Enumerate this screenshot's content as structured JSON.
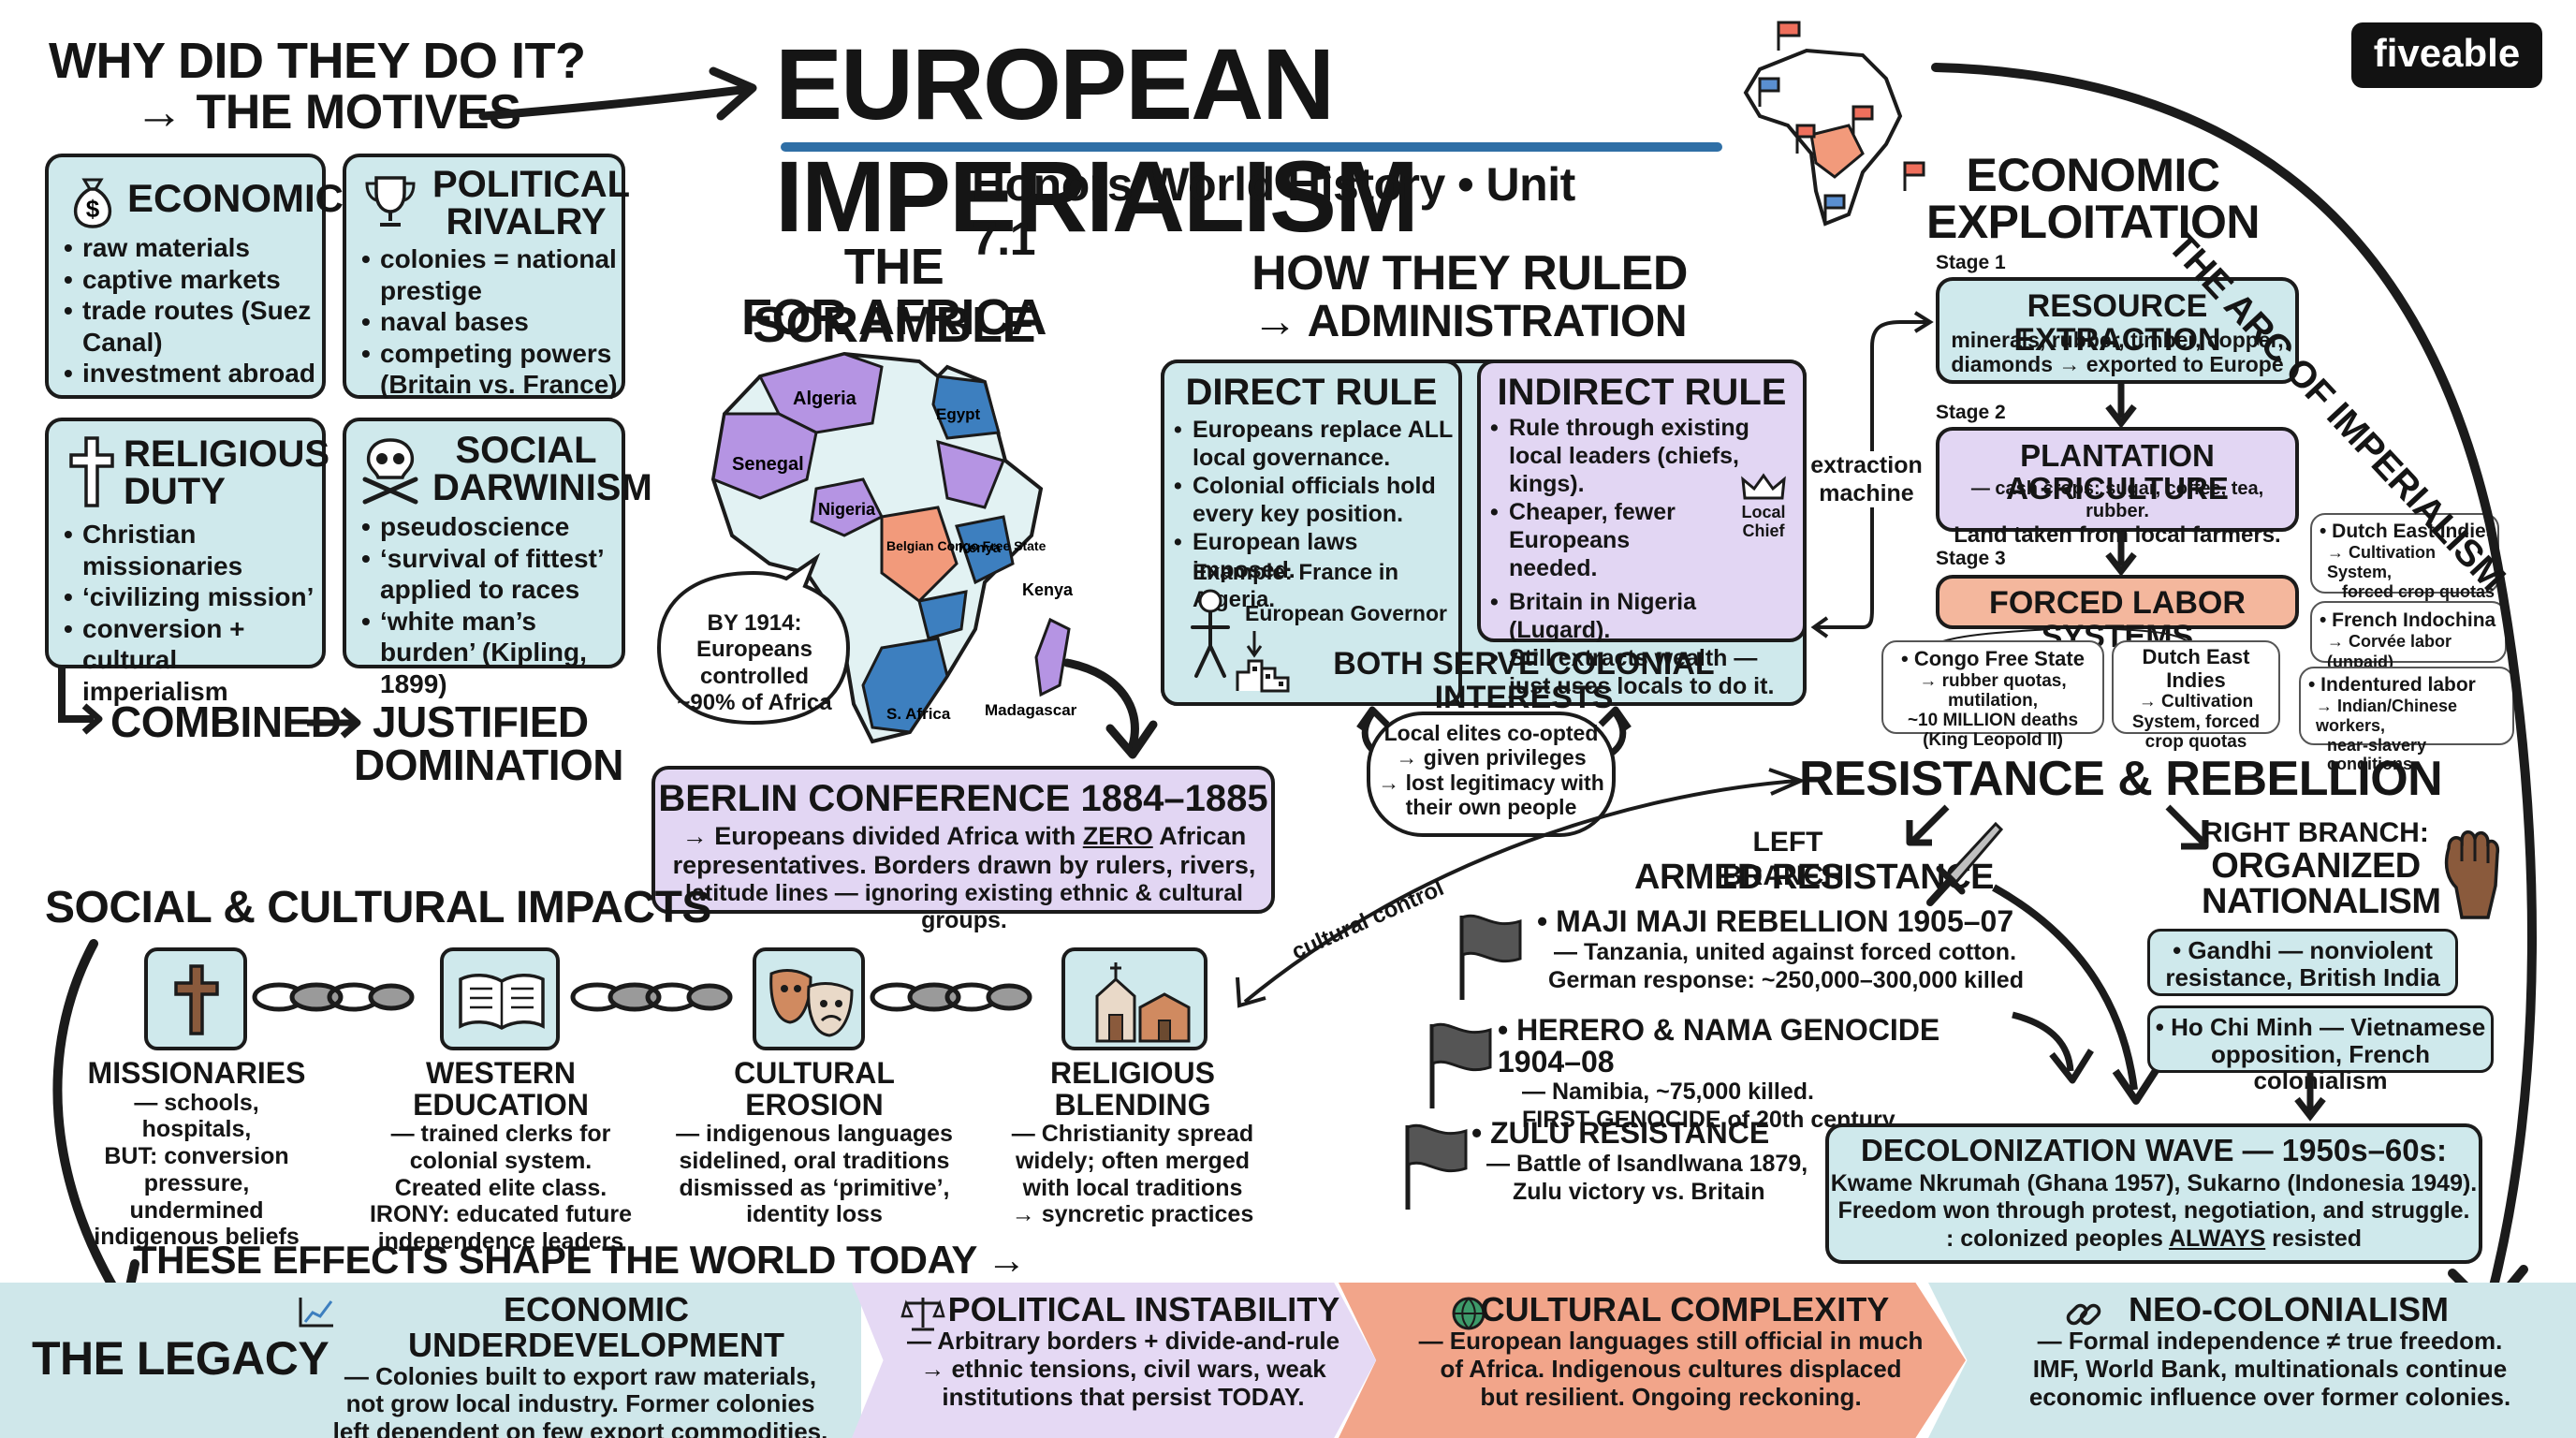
{
  "brand": "fiveable",
  "title": "EUROPEAN IMPERIALISM",
  "subtitle": "Honors World History • Unit 7.1",
  "arc_label": "THE ARC OF IMPERIALISM",
  "motives": {
    "heading_line1": "WHY DID THEY DO IT?",
    "heading_line2": "→ THE MOTIVES",
    "economic": {
      "title": "ECONOMIC",
      "items": [
        "raw materials",
        "captive markets",
        "trade routes (Suez Canal)",
        "investment abroad"
      ]
    },
    "political": {
      "title_line1": "POLITICAL",
      "title_line2": "RIVALRY",
      "items": [
        "colonies = national prestige",
        "naval bases",
        "competing powers (Britain vs. France)"
      ]
    },
    "religious": {
      "title_line1": "RELIGIOUS",
      "title_line2": "DUTY",
      "items": [
        "Christian missionaries",
        "‘civilizing mission’",
        "conversion + cultural imperialism"
      ]
    },
    "social": {
      "title_line1": "SOCIAL",
      "title_line2": "DARWINISM",
      "items": [
        "pseudoscience",
        "‘survival of fittest’ applied to races",
        "‘white man’s burden’ (Kipling, 1899)"
      ]
    },
    "combined": "COMBINED",
    "justified_line1": "JUSTIFIED",
    "justified_line2": "DOMINATION"
  },
  "scramble": {
    "title_line1": "THE SCRAMBLE",
    "title_line2": "FOR AFRICA",
    "map_labels": {
      "algeria": "Algeria",
      "egypt": "Egypt",
      "senegal": "Senegal",
      "nigeria": "Nigeria",
      "belgian_congo": "Belgian Congo Free State",
      "kenya": "Kenya",
      "s_africa": "S. Africa",
      "madagascar": "Madagascar",
      "kenya_right": "Kenya"
    },
    "bubble": [
      "BY 1914:",
      "Europeans",
      "controlled",
      "~90% of Africa"
    ],
    "berlin": {
      "title": "BERLIN CONFERENCE 1884–1885",
      "line1_pre": "→ Europeans divided Africa with ",
      "line1_emph": "ZERO",
      "line1_post": " African",
      "line2": "representatives. Borders drawn by rulers, rivers,",
      "line3": "latitude lines — ignoring existing ethnic & cultural groups."
    }
  },
  "rule": {
    "heading_line1": "HOW THEY RULED",
    "heading_line2": "→ ADMINISTRATION",
    "direct": {
      "title": "DIRECT RULE",
      "items": [
        "Europeans replace ALL local governance.",
        "Colonial officials hold every key position.",
        "European laws imposed."
      ],
      "example": "Example: France in Algeria.",
      "figure_label": "European Governor"
    },
    "indirect": {
      "title": "INDIRECT RULE",
      "items": [
        "Rule through existing local leaders (chiefs, kings).",
        "Cheaper, fewer Europeans needed.",
        "Britain in Nigeria (Lugard).",
        "Still extracts wealth — just uses locals to do it."
      ],
      "crown_label": "Local Chief"
    },
    "both_serve": "BOTH SERVE COLONIAL INTERESTS",
    "elites": [
      "Local elites co-opted",
      "→ given privileges",
      "→ lost legitimacy with",
      "their own people"
    ]
  },
  "exploitation": {
    "heading_line1": "ECONOMIC",
    "heading_line2": "EXPLOITATION",
    "machine_line1": "extraction",
    "machine_line2": "machine",
    "stage1_label": "Stage 1",
    "stage1_title": "RESOURCE EXTRACTION",
    "stage1_body": [
      "minerals, rubber, timber, copper,",
      "diamonds → exported to Europe"
    ],
    "stage2_label": "Stage 2",
    "stage2_title": "PLANTATION AGRICULTURE",
    "stage2_body": [
      "— cash crops: sugar, coffee, tea, rubber.",
      "Land taken from local farmers."
    ],
    "stage3_label": "Stage 3",
    "stage3_title": "FORCED LABOR SYSTEMS",
    "examples": {
      "congo": [
        "• Congo Free State",
        "→ rubber quotas, mutilation,",
        "~10 MILLION deaths",
        "(King Leopold II)"
      ],
      "dutch1": [
        "Dutch East Indies",
        "→ Cultivation",
        "System, forced",
        "crop quotas"
      ],
      "dutch2": [
        "• Dutch East Indies",
        "→ Cultivation System,",
        "forced crop quotas"
      ],
      "french": [
        "• French Indochina",
        "→ Corvée labor (unpaid)"
      ],
      "indentured": [
        "• Indentured labor",
        "→ Indian/Chinese workers,",
        "near-slavery conditions"
      ]
    }
  },
  "resistance": {
    "heading": "RESISTANCE & REBELLION",
    "left_branch_line1": "LEFT BRANCH:",
    "left_branch_line2": "ARMED RESISTANCE",
    "right_branch_line1": "RIGHT BRANCH:",
    "right_branch_line2": "ORGANIZED",
    "right_branch_line3": "NATIONALISM",
    "maji": {
      "title": "• MAJI MAJI REBELLION 1905–07",
      "line1": "— Tanzania, united against forced cotton.",
      "line2": "German response: ~250,000–300,000 killed"
    },
    "herero": {
      "title": "• HERERO & NAMA GENOCIDE 1904–08",
      "line1": "— Namibia, ~75,000 killed.",
      "line2": "FIRST GENOCIDE of 20th century."
    },
    "zulu": {
      "title": "• ZULU RESISTANCE",
      "line1": "— Battle of Isandlwana 1879,",
      "line2": "Zulu victory vs. Britain"
    },
    "gandhi": [
      "• Gandhi — nonviolent",
      "resistance, British India"
    ],
    "ho": [
      "• Ho Chi Minh — Vietnamese",
      "opposition, French colonialism"
    ],
    "decol": {
      "title": "DECOLONIZATION WAVE — 1950s–60s:",
      "line1": "Kwame Nkrumah (Ghana 1957), Sukarno (Indonesia 1949).",
      "line2": "Freedom won through protest, negotiation, and struggle.",
      "line3_pre": ": colonized peoples ",
      "line3_emph": "ALWAYS",
      "line3_post": " resisted"
    },
    "cultural_control": "cultural control"
  },
  "impacts": {
    "heading": "SOCIAL & CULTURAL IMPACTS",
    "missionaries": {
      "title": "MISSIONARIES",
      "lines": [
        "— schools, hospitals,",
        "BUT: conversion",
        "pressure, undermined",
        "indigenous beliefs"
      ]
    },
    "education": {
      "title": "WESTERN EDUCATION",
      "lines": [
        "— trained clerks for",
        "colonial system.",
        "Created elite class.",
        "IRONY: educated future",
        "independence leaders"
      ]
    },
    "erosion": {
      "title": "CULTURAL EROSION",
      "lines": [
        "— indigenous languages",
        "sidelined, oral traditions",
        "dismissed as ‘primitive’,",
        "identity loss"
      ]
    },
    "blending": {
      "title": "RELIGIOUS BLENDING",
      "lines": [
        "— Christianity spread",
        "widely; often merged",
        "with local traditions",
        "→ syncretic practices"
      ]
    },
    "shape_today": "THESE EFFECTS SHAPE THE WORLD TODAY →"
  },
  "legacy": {
    "label": "THE LEGACY",
    "econ": {
      "title": "ECONOMIC UNDERDEVELOPMENT",
      "lines": [
        "— Colonies built to export raw materials,",
        "not grow local industry. Former colonies",
        "left dependent on few export commodities."
      ]
    },
    "pol": {
      "title": "POLITICAL INSTABILITY",
      "lines": [
        "— Arbitrary borders + divide-and-rule",
        "→ ethnic tensions, civil wars, weak",
        "institutions that persist TODAY."
      ]
    },
    "cult": {
      "title": "CULTURAL COMPLEXITY",
      "lines": [
        "— European languages still official in much",
        "of Africa. Indigenous cultures displaced",
        "but resilient. Ongoing reckoning."
      ]
    },
    "neo": {
      "title": "NEO-COLONIALISM",
      "lines": [
        "— Formal independence ≠ true freedom.",
        "IMF, World Bank, multinationals continue",
        "economic influence over former colonies."
      ]
    }
  },
  "colors": {
    "teal": "#cfe9ec",
    "purple": "#e2d6f3",
    "salmon": "#f4b79d",
    "legacy_teal": "#cfe7ea",
    "legacy_purple": "#e5d9f4",
    "legacy_salmon": "#f2a58a",
    "ink": "#1b1b1b"
  }
}
